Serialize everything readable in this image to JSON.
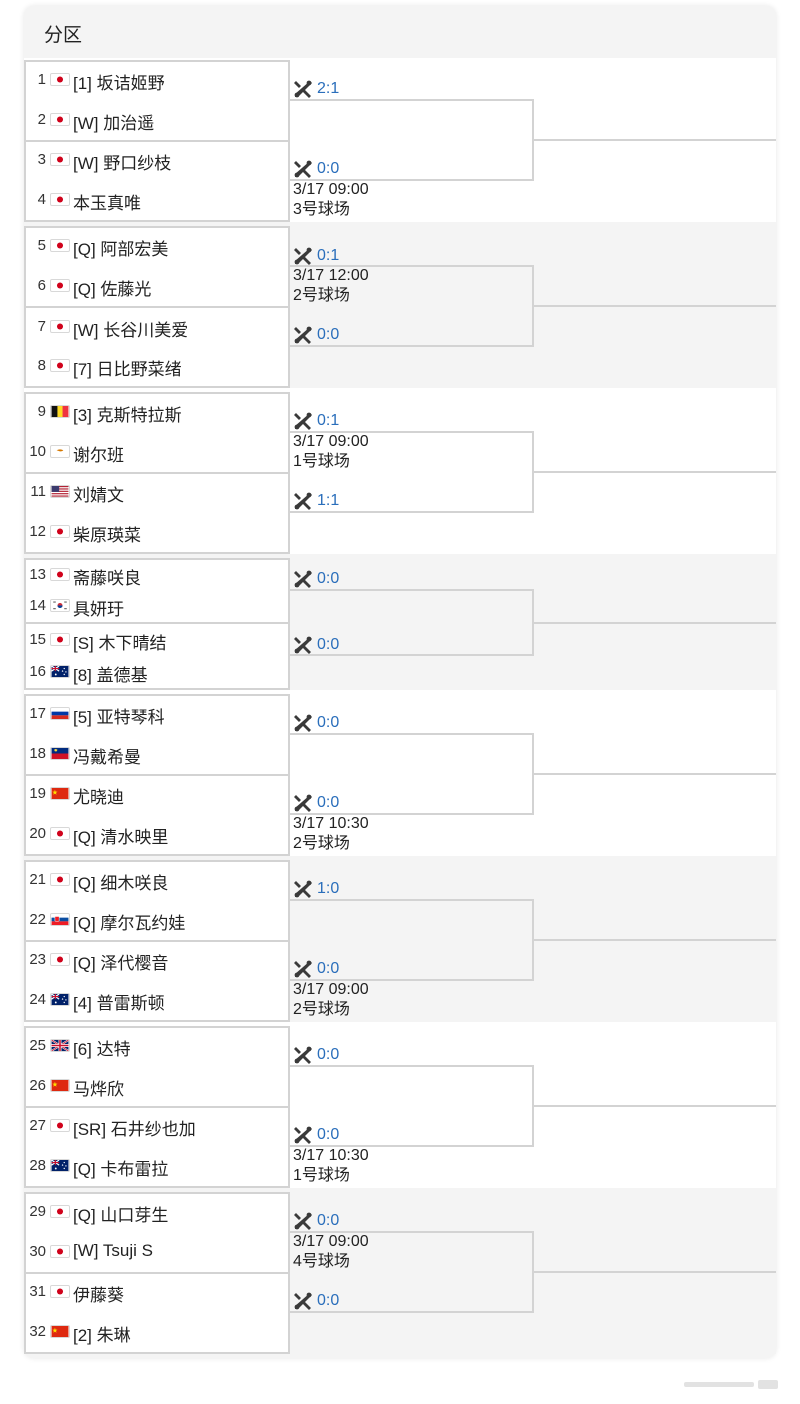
{
  "page_title": "分区",
  "players": [
    {
      "num": "1",
      "flag": "jp",
      "name": "[1] 坂诘姬野"
    },
    {
      "num": "2",
      "flag": "jp",
      "name": "[W] 加治遥"
    },
    {
      "num": "3",
      "flag": "jp",
      "name": "[W] 野口纱枝"
    },
    {
      "num": "4",
      "flag": "jp",
      "name": "本玉真唯"
    },
    {
      "num": "5",
      "flag": "jp",
      "name": "[Q] 阿部宏美"
    },
    {
      "num": "6",
      "flag": "jp",
      "name": "[Q] 佐藤光"
    },
    {
      "num": "7",
      "flag": "jp",
      "name": "[W] 长谷川美爱"
    },
    {
      "num": "8",
      "flag": "jp",
      "name": "[7] 日比野菜绪"
    },
    {
      "num": "9",
      "flag": "be",
      "name": "[3] 克斯特拉斯"
    },
    {
      "num": "10",
      "flag": "cy",
      "name": "谢尔班"
    },
    {
      "num": "11",
      "flag": "us",
      "name": "刘婧文"
    },
    {
      "num": "12",
      "flag": "jp",
      "name": "柴原瑛菜"
    },
    {
      "num": "13",
      "flag": "jp",
      "name": "斋藤咲良"
    },
    {
      "num": "14",
      "flag": "kr",
      "name": "具妍玗"
    },
    {
      "num": "15",
      "flag": "jp",
      "name": "[S] 木下晴结"
    },
    {
      "num": "16",
      "flag": "au",
      "name": "[8] 盖德基"
    },
    {
      "num": "17",
      "flag": "ru",
      "name": "[5] 亚特琴科"
    },
    {
      "num": "18",
      "flag": "li",
      "name": "冯戴希曼"
    },
    {
      "num": "19",
      "flag": "cn",
      "name": "尤晓迪"
    },
    {
      "num": "20",
      "flag": "jp",
      "name": "[Q] 清水映里"
    },
    {
      "num": "21",
      "flag": "jp",
      "name": "[Q] 细木咲良"
    },
    {
      "num": "22",
      "flag": "sk",
      "name": "[Q] 摩尔瓦约娃"
    },
    {
      "num": "23",
      "flag": "jp",
      "name": "[Q] 泽代樱音"
    },
    {
      "num": "24",
      "flag": "au",
      "name": "[4] 普雷斯顿"
    },
    {
      "num": "25",
      "flag": "gb",
      "name": "[6] 达特"
    },
    {
      "num": "26",
      "flag": "cn",
      "name": "马烨欣"
    },
    {
      "num": "27",
      "flag": "jp",
      "name": "[SR] 石井纱也加"
    },
    {
      "num": "28",
      "flag": "au",
      "name": "[Q] 卡布雷拉"
    },
    {
      "num": "29",
      "flag": "jp",
      "name": "[Q] 山口芽生"
    },
    {
      "num": "30",
      "flag": "jp",
      "name": "[W] Tsuji S"
    },
    {
      "num": "31",
      "flag": "jp",
      "name": "伊藤葵"
    },
    {
      "num": "32",
      "flag": "cn",
      "name": "[2] 朱琳"
    }
  ],
  "matches": [
    {
      "score": "2:1",
      "date": "",
      "court": ""
    },
    {
      "score": "0:0",
      "date": "3/17 09:00",
      "court": "3号球场"
    },
    {
      "score": "0:1",
      "date": "3/17 12:00",
      "court": "2号球场"
    },
    {
      "score": "0:0",
      "date": "",
      "court": ""
    },
    {
      "score": "0:1",
      "date": "3/17 09:00",
      "court": "1号球场"
    },
    {
      "score": "1:1",
      "date": "",
      "court": ""
    },
    {
      "score": "0:0",
      "date": "",
      "court": ""
    },
    {
      "score": "0:0",
      "date": "",
      "court": ""
    },
    {
      "score": "0:0",
      "date": "",
      "court": ""
    },
    {
      "score": "0:0",
      "date": "3/17 10:30",
      "court": "2号球场"
    },
    {
      "score": "1:0",
      "date": "",
      "court": ""
    },
    {
      "score": "0:0",
      "date": "3/17 09:00",
      "court": "2号球场"
    },
    {
      "score": "0:0",
      "date": "",
      "court": ""
    },
    {
      "score": "0:0",
      "date": "3/17 10:30",
      "court": "1号球场"
    },
    {
      "score": "0:0",
      "date": "3/17 09:00",
      "court": "4号球场"
    },
    {
      "score": "0:0",
      "date": "",
      "court": ""
    }
  ],
  "colors": {
    "score": "#2a6ebb",
    "line": "#d3d3d3",
    "band_alt": "#f4f4f4"
  },
  "icons": {
    "match_status": "crossed-rackets-icon"
  }
}
